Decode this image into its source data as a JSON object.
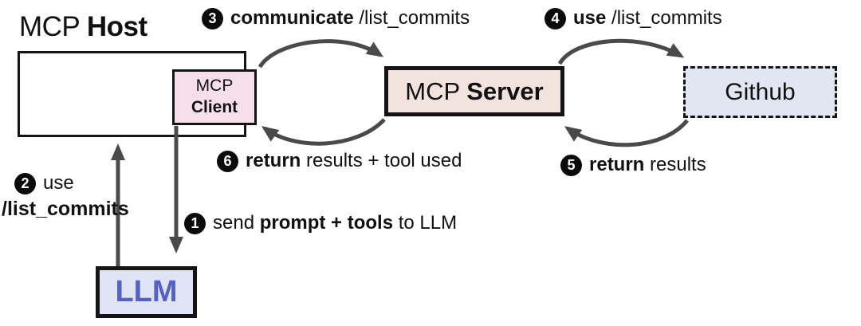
{
  "title": {
    "regular": "MCP ",
    "bold": "Host"
  },
  "boxes": {
    "client": {
      "line1": "MCP",
      "line2": "Client"
    },
    "server": {
      "regular": "MCP ",
      "bold": "Server"
    },
    "github": {
      "label": "Github"
    },
    "llm": {
      "label": "LLM"
    }
  },
  "steps": {
    "s1": {
      "num": "1",
      "pre": "send ",
      "bold": "prompt + tools",
      "post": " to LLM"
    },
    "s2": {
      "num": "2",
      "pre": "use",
      "bold": "/list_commits"
    },
    "s3": {
      "num": "3",
      "bold": "communicate",
      "post": " /list_commits"
    },
    "s4": {
      "num": "4",
      "bold": "use",
      "post": " /list_commits"
    },
    "s5": {
      "num": "5",
      "bold": "return",
      "post": " results"
    },
    "s6": {
      "num": "6",
      "bold": "return",
      "post": " results + tool used"
    }
  },
  "colors": {
    "background": "#ffffff",
    "text": "#111111",
    "box_border": "#141414",
    "client_fill": "#f6dfeb",
    "server_fill": "#f2e3df",
    "github_fill": "#e1e7f1",
    "llm_fill": "#dfe3f4",
    "llm_text": "#5562c0",
    "arrow": "#4a4a4a",
    "badge_bg": "#0b0b0b",
    "badge_text": "#ffffff"
  }
}
